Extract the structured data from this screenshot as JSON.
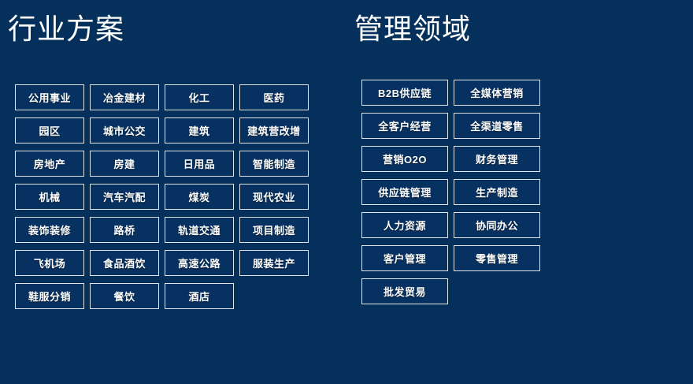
{
  "slide": {
    "background_color": "#05305c",
    "chip_border_color": "#e2e6ea",
    "chip_text_color": "#ffffff",
    "title_color": "#ffffff"
  },
  "panels": {
    "left": {
      "title": "行业方案",
      "items": [
        "公用事业",
        "冶金建材",
        "化工",
        "医药",
        "园区",
        "城市公交",
        "建筑",
        "建筑营改增",
        "房地产",
        "房建",
        "日用品",
        "智能制造",
        "机械",
        "汽车汽配",
        "煤炭",
        "现代农业",
        "装饰装修",
        "路桥",
        "轨道交通",
        "项目制造",
        "飞机场",
        "食品酒饮",
        "高速公路",
        "服装生产",
        "鞋服分销",
        "餐饮",
        "酒店"
      ]
    },
    "right": {
      "title": "管理领域",
      "items": [
        "B2B供应链",
        "全媒体营销",
        "全客户经营",
        "全渠道零售",
        "营销O2O",
        "财务管理",
        "供应链管理",
        "生产制造",
        "人力资源",
        "协同办公",
        "客户管理",
        "零售管理",
        "批发贸易"
      ]
    }
  }
}
